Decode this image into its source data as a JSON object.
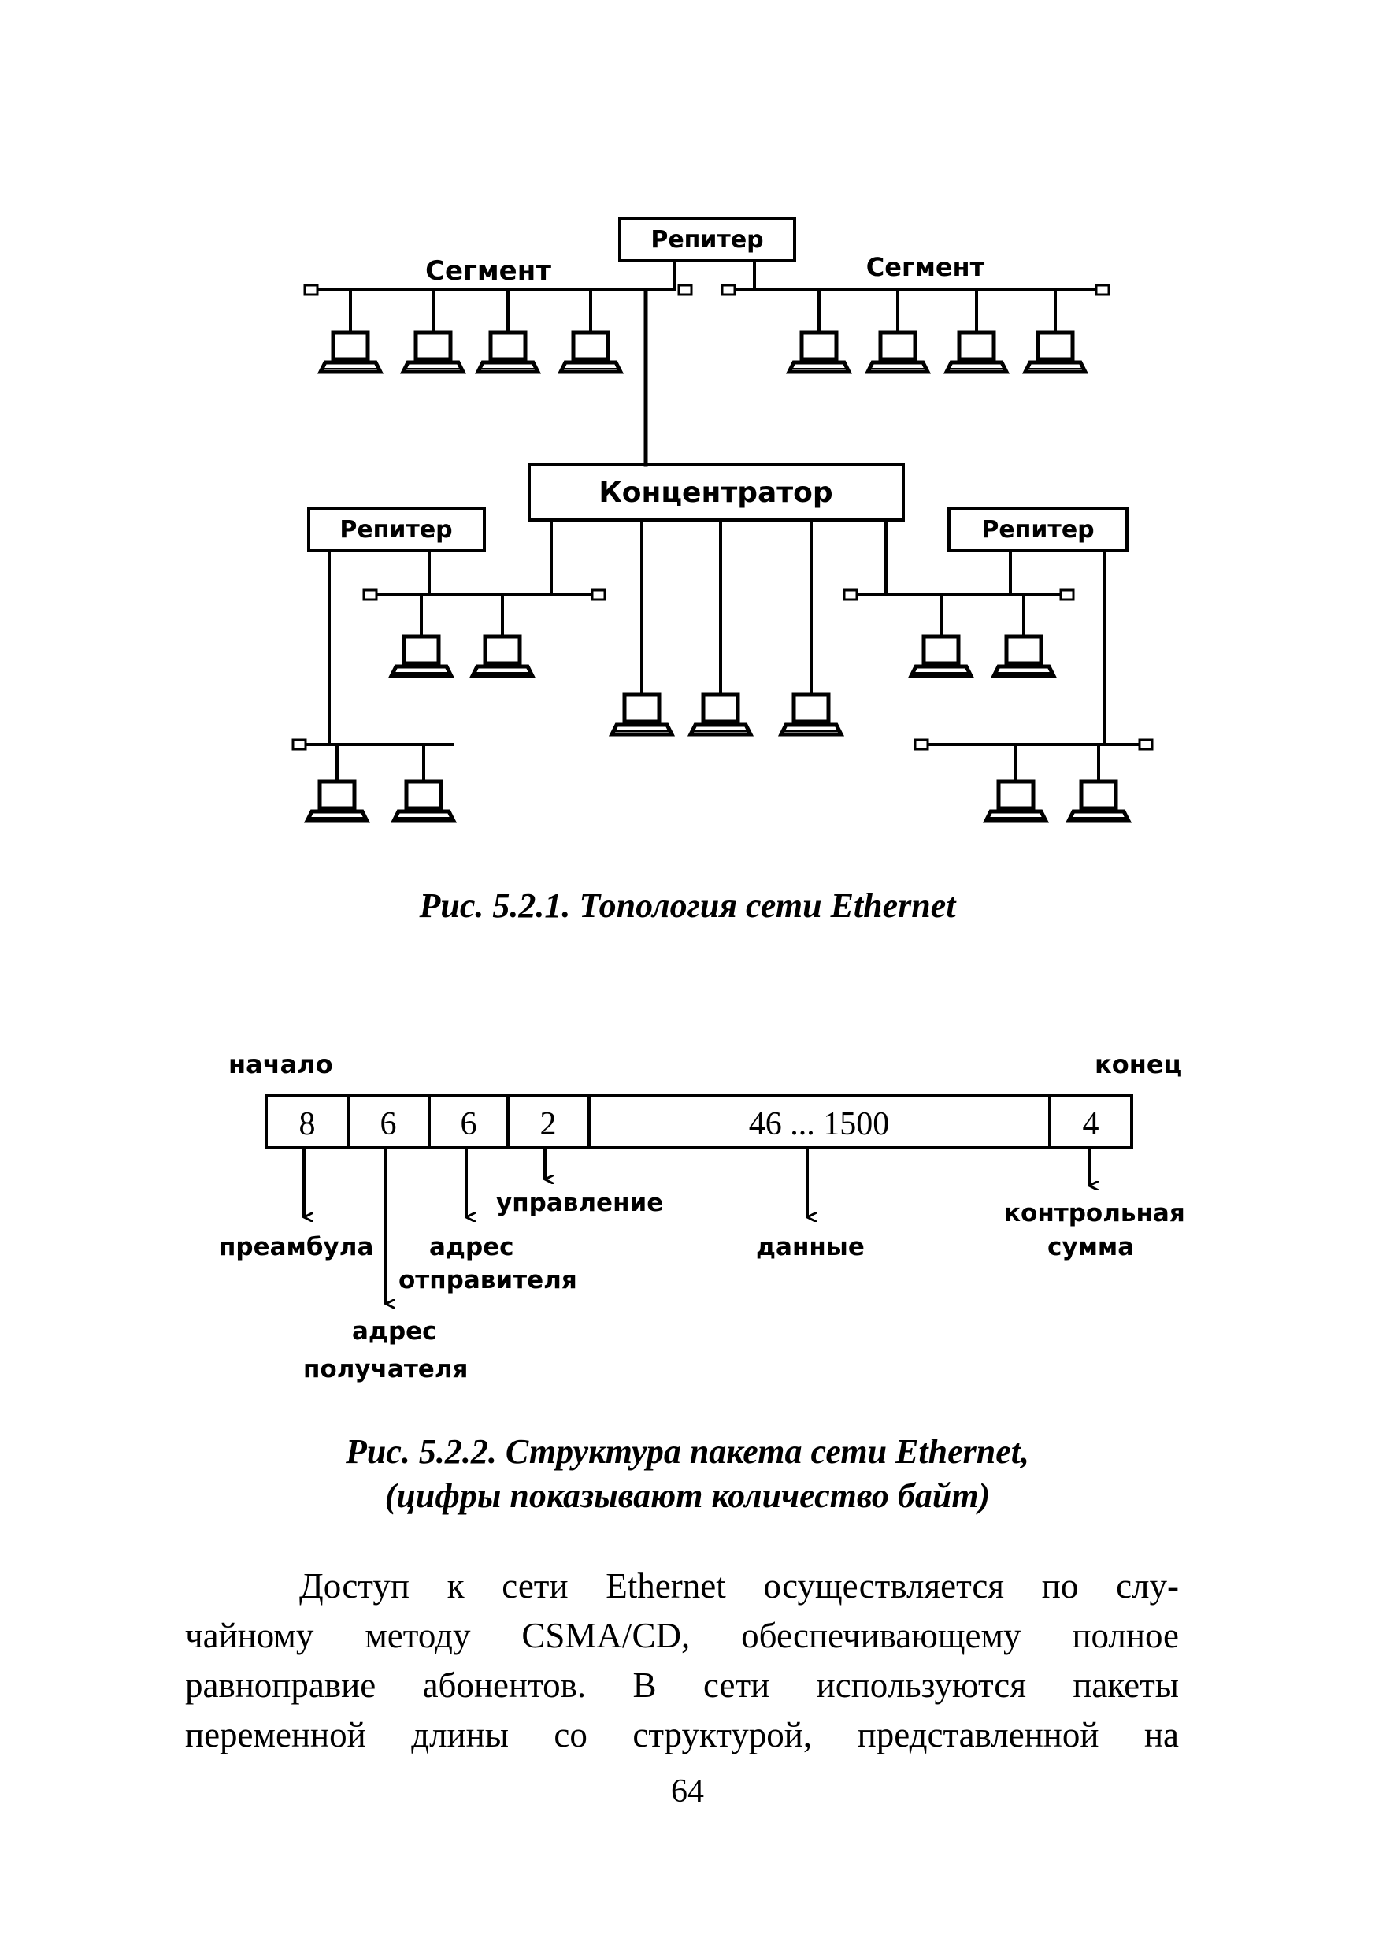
{
  "figure1": {
    "repeater_label": "Репитер",
    "segment_label": "Сегмент",
    "hub_label": "Концентратор",
    "caption": "Рис. 5.2.1. Топология сети Ethernet"
  },
  "figure2": {
    "start_label": "начало",
    "end_label": "конец",
    "fields": [
      "8",
      "6",
      "6",
      "2",
      "46 ... 1500",
      "4"
    ],
    "labels": {
      "preamble": "преамбула",
      "dest_1": "адрес",
      "dest_2": "получателя",
      "src_1": "адрес",
      "src_2": "отправителя",
      "control": "управление",
      "data": "данные",
      "checksum_1": "контрольная",
      "checksum_2": "сумма"
    },
    "caption_line1": "Рис. 5.2.2. Структура пакета сети Ethernet,",
    "caption_line2": "(цифры показывают количество байт)"
  },
  "body": {
    "lines": [
      "Доступ к сети Ethernet осуществляется по слу-",
      "чайному методу CSMA/CD, обеспечивающему полное",
      "равноправие абонентов. В сети используются пакеты",
      "переменной длины со структурой, представленной на"
    ]
  },
  "page_number": "64"
}
